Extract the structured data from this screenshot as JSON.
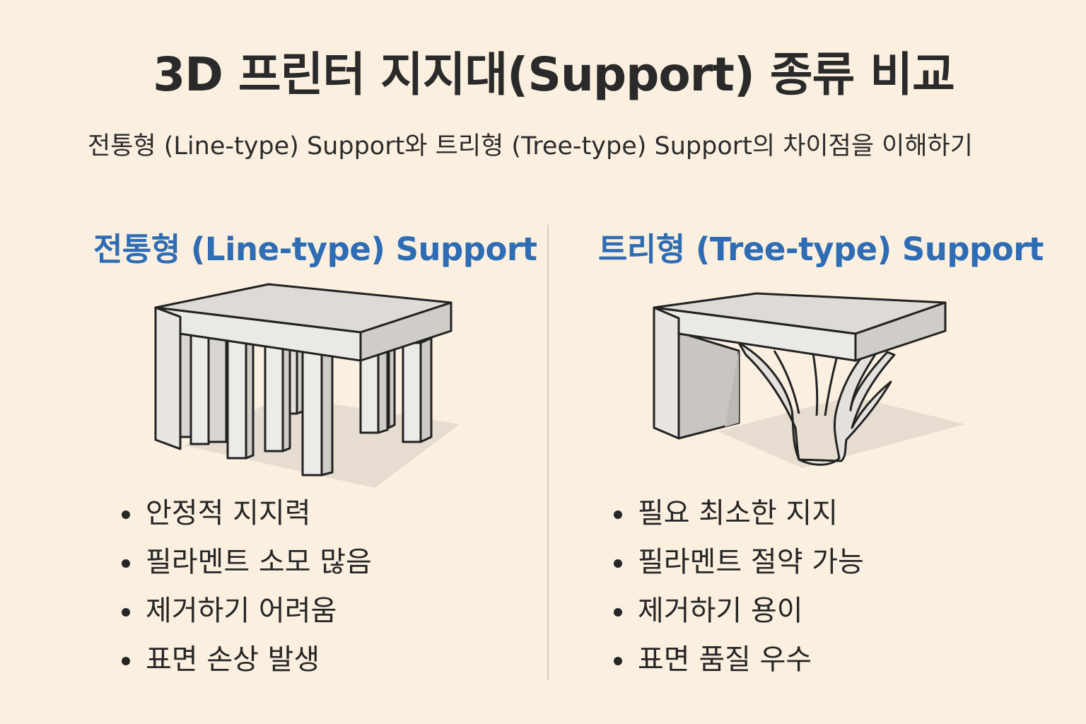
{
  "title": "3D 프린터 지지대(Support) 종류 비교",
  "subtitle": "전통형 (Line-type) Support와 트리형 (Tree-type) Support의 차이점을 이해하기",
  "accent_color": "#2e6cb4",
  "left": {
    "heading": "전통형 (Line-type) Support",
    "illustration": "line-support-illustration",
    "features": [
      "안정적 지지력",
      "필라멘트 소모 많음",
      "제거하기 어려움",
      "표면 손상 발생"
    ]
  },
  "right": {
    "heading": "트리형 (Tree-type) Support",
    "illustration": "tree-support-illustration",
    "features": [
      "필요 최소한 지지",
      "필라멘트 절약 가능",
      "제거하기 용이",
      "표면 품질 우수"
    ]
  }
}
